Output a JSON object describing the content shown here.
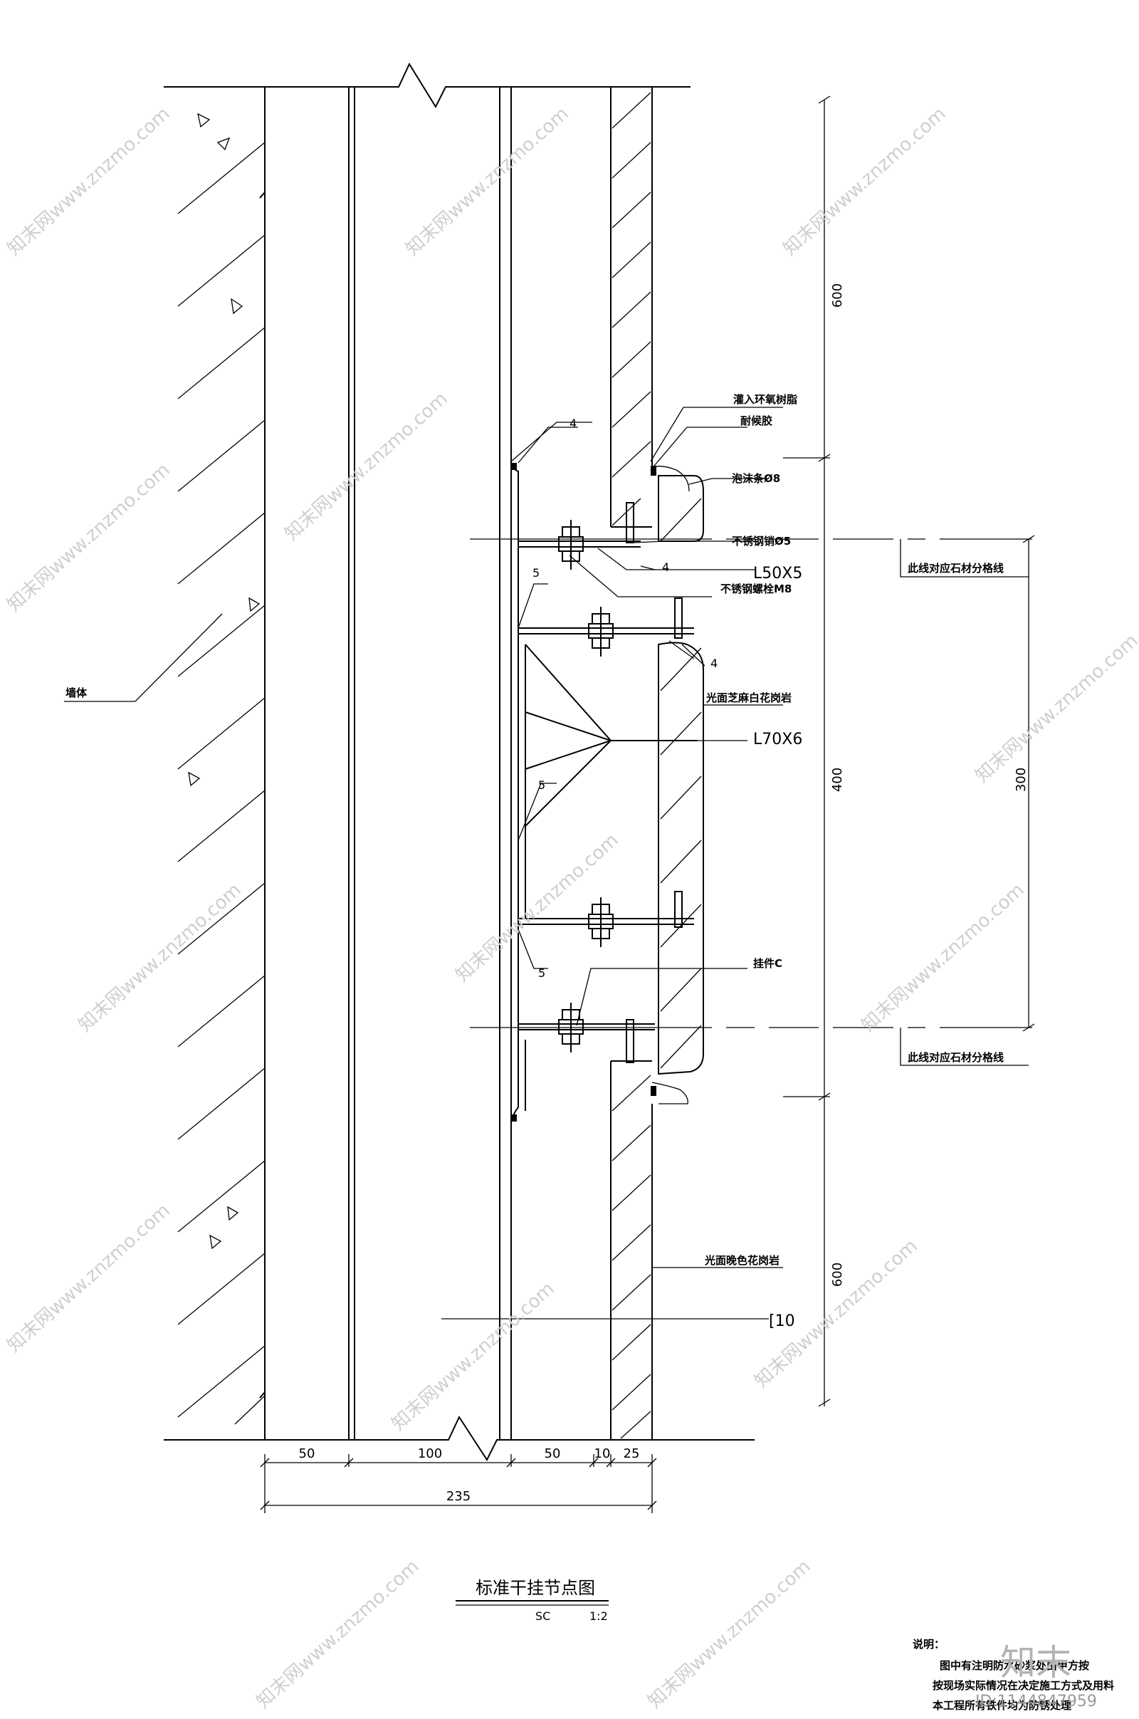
{
  "labels": {
    "wall": "墙体",
    "sealant": "灌入环氧树脂",
    "weather_seal": "耐候胶",
    "foam_rod": "泡沫条Ø8",
    "ss_pin": "不锈钢销Ø5",
    "angle_small": "L50X5",
    "ss_bolt": "不锈钢螺栓M8",
    "stone_1": "光面芝麻白花岗岩",
    "angle_big": "L70X6",
    "hanger": "挂件C",
    "stone_2": "光面晚色花岗岩",
    "channel": "[10",
    "divide_line_top": "此线对应石材分格线",
    "divide_line_bottom": "此线对应石材分格线",
    "weld_4a": "4",
    "weld_4b": "4",
    "weld_4c": "4",
    "weld_5a": "5",
    "weld_5b": "5",
    "weld_5c": "5"
  },
  "dimensions": {
    "vertical_top": "600",
    "vertical_middle": "400",
    "vertical_bottom": "600",
    "vertical_right": "300",
    "horizontal": [
      "50",
      "100",
      "50",
      "10",
      "25"
    ],
    "horizontal_total": "235"
  },
  "title_block": {
    "title": "标准干挂节点图",
    "scale_prefix": "SC",
    "scale": "1:2"
  },
  "notes": {
    "heading": "说明：",
    "line1": "图中有注明防水砂浆处由甲方按",
    "line2": "按现场实际情况在决定施工方式及用料",
    "line3": "本工程所有铁件均为防锈处理"
  },
  "watermark": {
    "text": "知末网www.znzmo.com",
    "logo": "知末",
    "id": "ID:1144847959"
  }
}
